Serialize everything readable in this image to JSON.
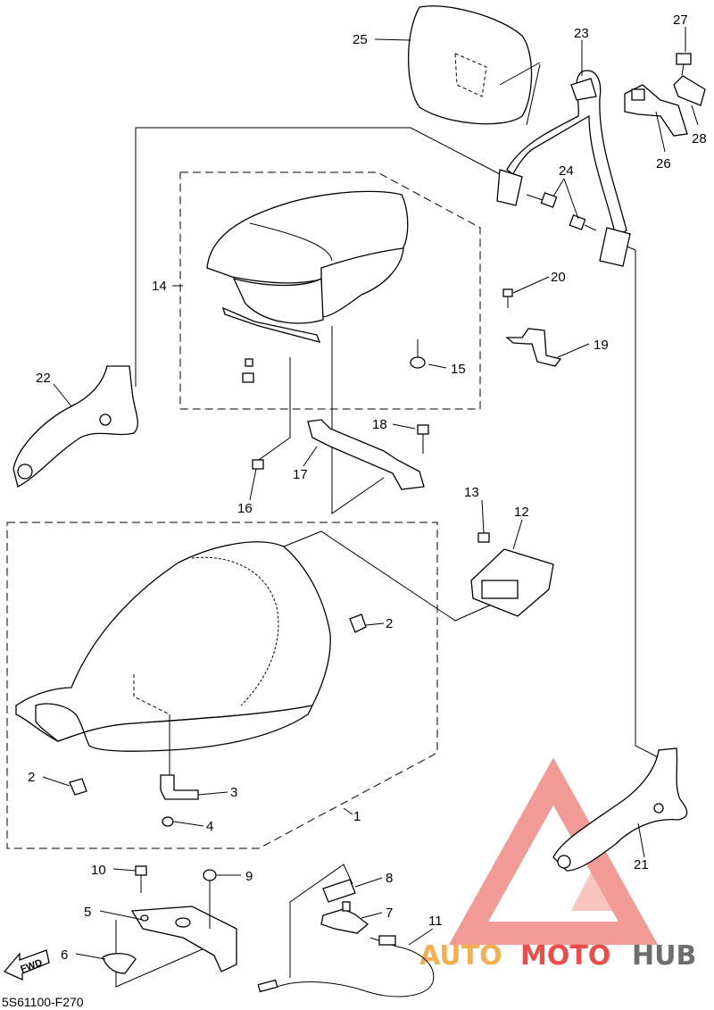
{
  "diagram_code": "5S61100-F270",
  "fwd_label": "FWD",
  "watermark": {
    "text_auto": "AUTO",
    "text_moto": "MOTO",
    "text_hub": "HUB",
    "color_red": "#e8302a",
    "color_orange": "#f2a233",
    "color_dark": "#555555"
  },
  "callouts": {
    "p1": "1",
    "p2a": "2",
    "p2b": "2",
    "p3": "3",
    "p4": "4",
    "p5": "5",
    "p6": "6",
    "p7": "7",
    "p8": "8",
    "p9": "9",
    "p10": "10",
    "p11": "11",
    "p12": "12",
    "p13": "13",
    "p14": "14",
    "p15": "15",
    "p16": "16",
    "p17": "17",
    "p18": "18",
    "p19": "19",
    "p20": "20",
    "p21": "21",
    "p22": "22",
    "p23": "23",
    "p24": "24",
    "p25": "25",
    "p26": "26",
    "p27": "27",
    "p28": "28"
  }
}
